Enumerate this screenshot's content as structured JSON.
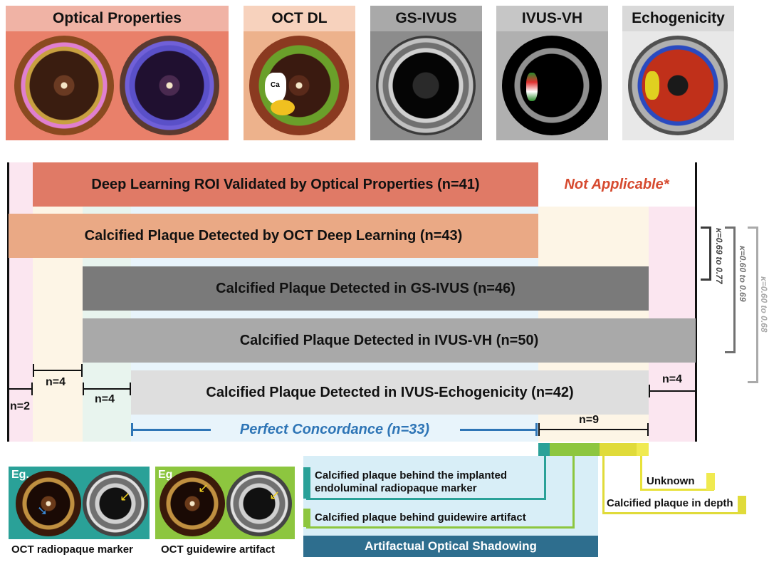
{
  "panels": [
    {
      "title": "Optical Properties",
      "header_color": "#f0b3a5",
      "bg_color": "#e9806a"
    },
    {
      "title": "OCT DL",
      "header_color": "#f7d2bd",
      "bg_color": "#edb28c"
    },
    {
      "title": "GS-IVUS",
      "header_color": "#a9a9a9",
      "bg_color": "#8c8c8c"
    },
    {
      "title": "IVUS-VH",
      "header_color": "#c6c6c6",
      "bg_color": "#b0b0b0"
    },
    {
      "title": "Echogenicity",
      "header_color": "#d9d9d9",
      "bg_color": "#e8e8e8"
    }
  ],
  "oct_dl_mark": "Ca",
  "bars": {
    "optical": "Deep Learning ROI Validated by Optical Properties (n=41)",
    "not_applicable": "Not Applicable*",
    "oct_dl": "Calcified Plaque Detected by OCT Deep Learning (n=43)",
    "gs_ivus": "Calcified Plaque Detected in GS-IVUS (n=46)",
    "ivus_vh": "Calcified Plaque Detected in IVUS-VH (n=50)",
    "echo": "Calcified Plaque Detected in IVUS-Echogenicity (n=42)",
    "concordance": "Perfect Concordance (n=33)"
  },
  "counts": {
    "n2": "n=2",
    "n4a": "n=4",
    "n4b": "n=4",
    "n4c": "n=4",
    "n9": "n=9"
  },
  "kappa": {
    "k1": "κ=0.69 to 0.77",
    "k2": "κ=0.60 to 0.69",
    "k3": "κ=0.60 to 0.68"
  },
  "legend": {
    "marker": "Calcified plaque behind the implanted endoluminal radiopaque marker",
    "guidewire": "Calcified plaque behind guidewire artifact",
    "shadowing": "Artifactual Optical Shadowing",
    "unknown": "Unknown",
    "depth": "Calcified plaque in depth"
  },
  "examples": {
    "eg1": "Eg.",
    "eg2": "Eg.",
    "caption1": "OCT radiopaque marker",
    "caption2": "OCT guidewire artifact"
  },
  "colors": {
    "teal": "#2aa198",
    "green": "#8dc63f",
    "yellow": "#e8e23a",
    "dark_blue": "#2e6e8e",
    "concordance_blue": "#2e75b6",
    "na_red": "#d64a2f"
  }
}
